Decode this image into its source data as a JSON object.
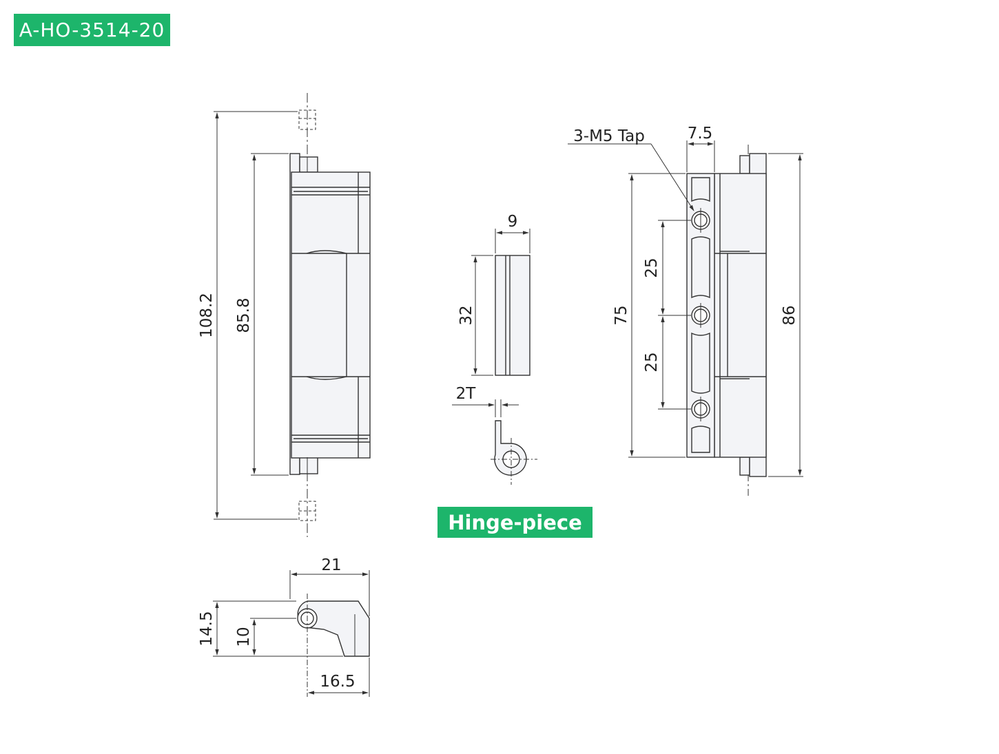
{
  "part_number": "A-HO-3514-20",
  "hinge_piece_label": "Hinge-piece",
  "front_view": {
    "overall_length": "108.2",
    "body_length": "85.8"
  },
  "hinge_piece": {
    "width": "9",
    "height": "32",
    "thickness": "2T"
  },
  "side_view": {
    "tap_label": "3-M5 Tap",
    "tap_offset": "7.5",
    "pitch_top": "25",
    "pitch_bottom": "25",
    "tap_span": "75",
    "overall_length": "86"
  },
  "top_view": {
    "width": "21",
    "height": "14.5",
    "pivot_height": "10",
    "base_width": "16.5"
  },
  "colors": {
    "accent": "#1db56b",
    "line": "#333333",
    "fill": "#f3f4f7"
  }
}
